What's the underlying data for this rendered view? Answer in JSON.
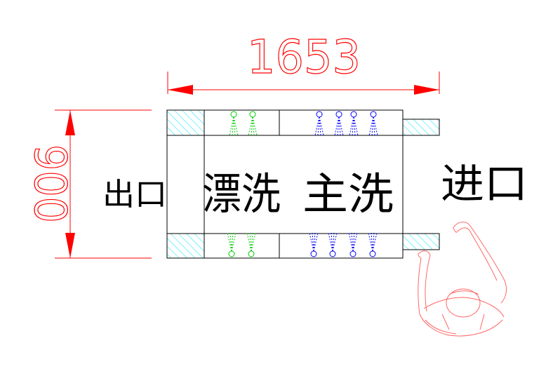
{
  "dimensions": {
    "width_value": "1653",
    "height_value": "900"
  },
  "labels": {
    "exit": "出口",
    "rinse": "漂洗",
    "main_wash": "主洗",
    "entrance": "进口"
  },
  "colors": {
    "dimension": "#ff0000",
    "outline": "#000000",
    "hatch": "#00ffff",
    "rinse_nozzle": "#00cc00",
    "wash_nozzle": "#0000ff",
    "operator": "#ff6666"
  }
}
